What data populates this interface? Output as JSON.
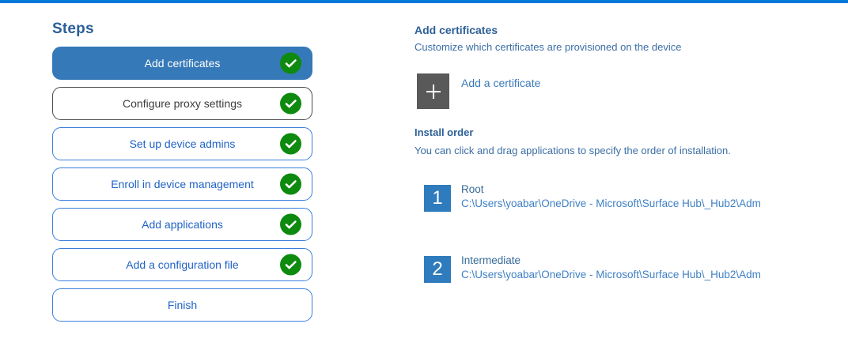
{
  "colors": {
    "accent_bar": "#0078d7",
    "active_step_fill": "#3579b8",
    "step_border_blue": "#3a7edd",
    "step_text_blue": "#2063c5",
    "hover_border_gray": "#4c4c4c",
    "heading_blue": "#2b5f96",
    "body_blue": "#3a6ea5",
    "check_green": "#0e8a0e",
    "plus_square_gray": "#595959",
    "number_square_blue": "#2e7bbd"
  },
  "steps_panel": {
    "title": "Steps",
    "items": [
      {
        "label": "Add certificates",
        "state": "active",
        "checked": true
      },
      {
        "label": "Configure proxy settings",
        "state": "hovered",
        "checked": true
      },
      {
        "label": "Set up device admins",
        "state": "normal",
        "checked": true
      },
      {
        "label": "Enroll in device management",
        "state": "normal",
        "checked": true
      },
      {
        "label": "Add applications",
        "state": "normal",
        "checked": true
      },
      {
        "label": "Add a configuration file",
        "state": "normal",
        "checked": true
      },
      {
        "label": "Finish",
        "state": "normal",
        "checked": false
      }
    ]
  },
  "content": {
    "title": "Add certificates",
    "subtitle": "Customize which certificates are provisioned on the device",
    "add_button_label": "Add a certificate",
    "install_order": {
      "title": "Install order",
      "description": "You can click and drag applications to specify the order of installation.",
      "items": [
        {
          "number": "1",
          "name": "Root",
          "path": "C:\\Users\\yoabar\\OneDrive - Microsoft\\Surface Hub\\_Hub2\\Adm"
        },
        {
          "number": "2",
          "name": "Intermediate",
          "path": "C:\\Users\\yoabar\\OneDrive - Microsoft\\Surface Hub\\_Hub2\\Adm"
        }
      ]
    }
  }
}
